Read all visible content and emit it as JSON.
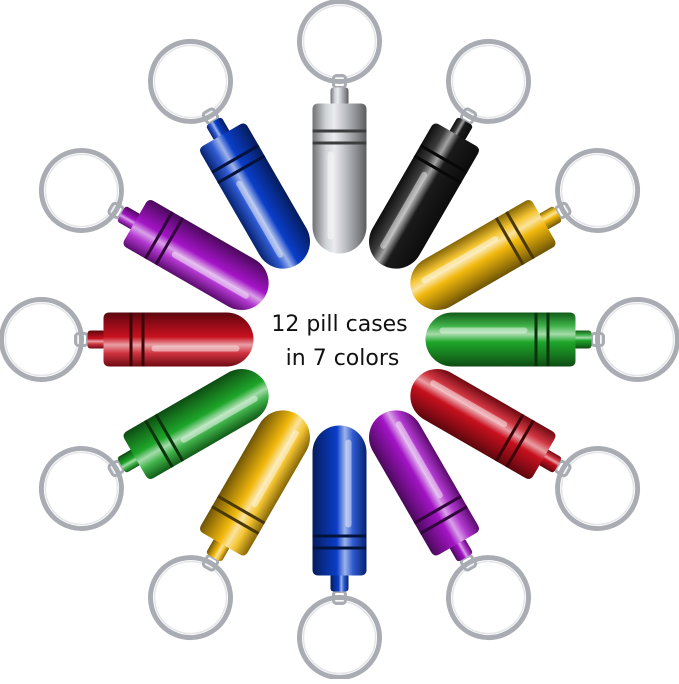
{
  "caption": {
    "line1": "12 pill cases",
    "line2": "in 7 colors"
  },
  "colors": {
    "silver": "#c9ccd1",
    "black": "#1a1a1a",
    "gold": "#f2b90d",
    "green": "#1ea62a",
    "red": "#c8101e",
    "purple": "#a314c6",
    "blue": "#0a3ec9",
    "ring": "#a9adb3"
  },
  "cases": [
    {
      "color": "silver"
    },
    {
      "color": "black"
    },
    {
      "color": "gold"
    },
    {
      "color": "green"
    },
    {
      "color": "red"
    },
    {
      "color": "purple"
    },
    {
      "color": "blue"
    },
    {
      "color": "gold"
    },
    {
      "color": "green"
    },
    {
      "color": "red"
    },
    {
      "color": "purple"
    },
    {
      "color": "blue"
    }
  ]
}
